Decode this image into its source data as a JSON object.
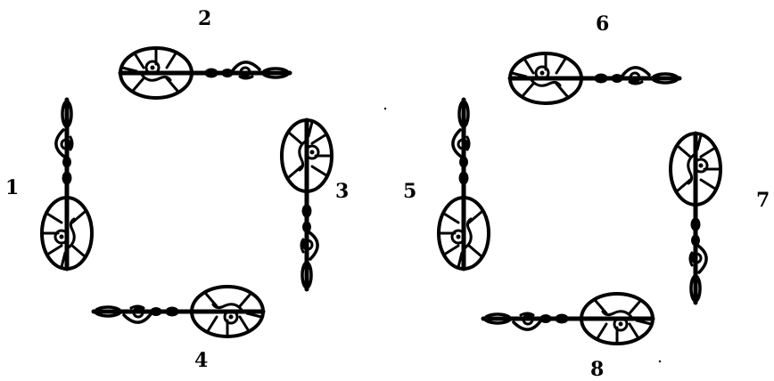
{
  "figure": {
    "labels": [
      "1",
      "2",
      "3",
      "4",
      "5",
      "6",
      "7",
      "8"
    ],
    "ink_color": "#000000",
    "background": "#ffffff"
  }
}
